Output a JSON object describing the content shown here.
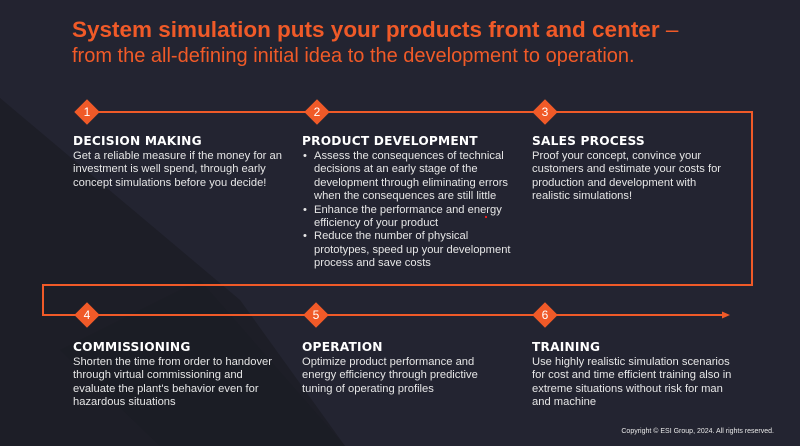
{
  "header": {
    "title_bold": "System simulation puts your products front and center",
    "title_dash": " –",
    "subtitle": "from the all-defining initial idea to the development to operation."
  },
  "colors": {
    "accent": "#f05a28",
    "background": "#232431",
    "background_dark": "#1b1c24",
    "text": "#e6e6e6",
    "heading": "#ffffff"
  },
  "steps": [
    {
      "number": "1",
      "title": "DECISION MAKING",
      "text": "Get a reliable measure if the money for an investment is well spend, through early concept simulations before you decide!"
    },
    {
      "number": "2",
      "title": "PRODUCT DEVELOPMENT",
      "bullets": [
        "Assess the consequences of technical decisions at an early stage of the development through eliminating errors when the consequences are still little",
        "Enhance the performance and energy efficiency of your product",
        "Reduce the number of physical prototypes, speed up your development process and save costs"
      ]
    },
    {
      "number": "3",
      "title": "SALES PROCESS",
      "text": "Proof your concept, convince your customers and estimate your costs for production and development with realistic simulations!"
    },
    {
      "number": "4",
      "title": "COMMISSIONING",
      "text": "Shorten the time from order to handover through virtual commissioning and evaluate the plant's behavior even for hazardous situations"
    },
    {
      "number": "5",
      "title": "OPERATION",
      "text": "Optimize product performance and energy efficiency through predictive tuning of operating profiles"
    },
    {
      "number": "6",
      "title": "TRAINING",
      "text": "Use highly realistic simulation scenarios for cost and time efficient training also in extreme situations without risk for man and machine"
    }
  ],
  "footer": {
    "copyright": "Copyright © ESI Group, 2024. All rights reserved."
  }
}
